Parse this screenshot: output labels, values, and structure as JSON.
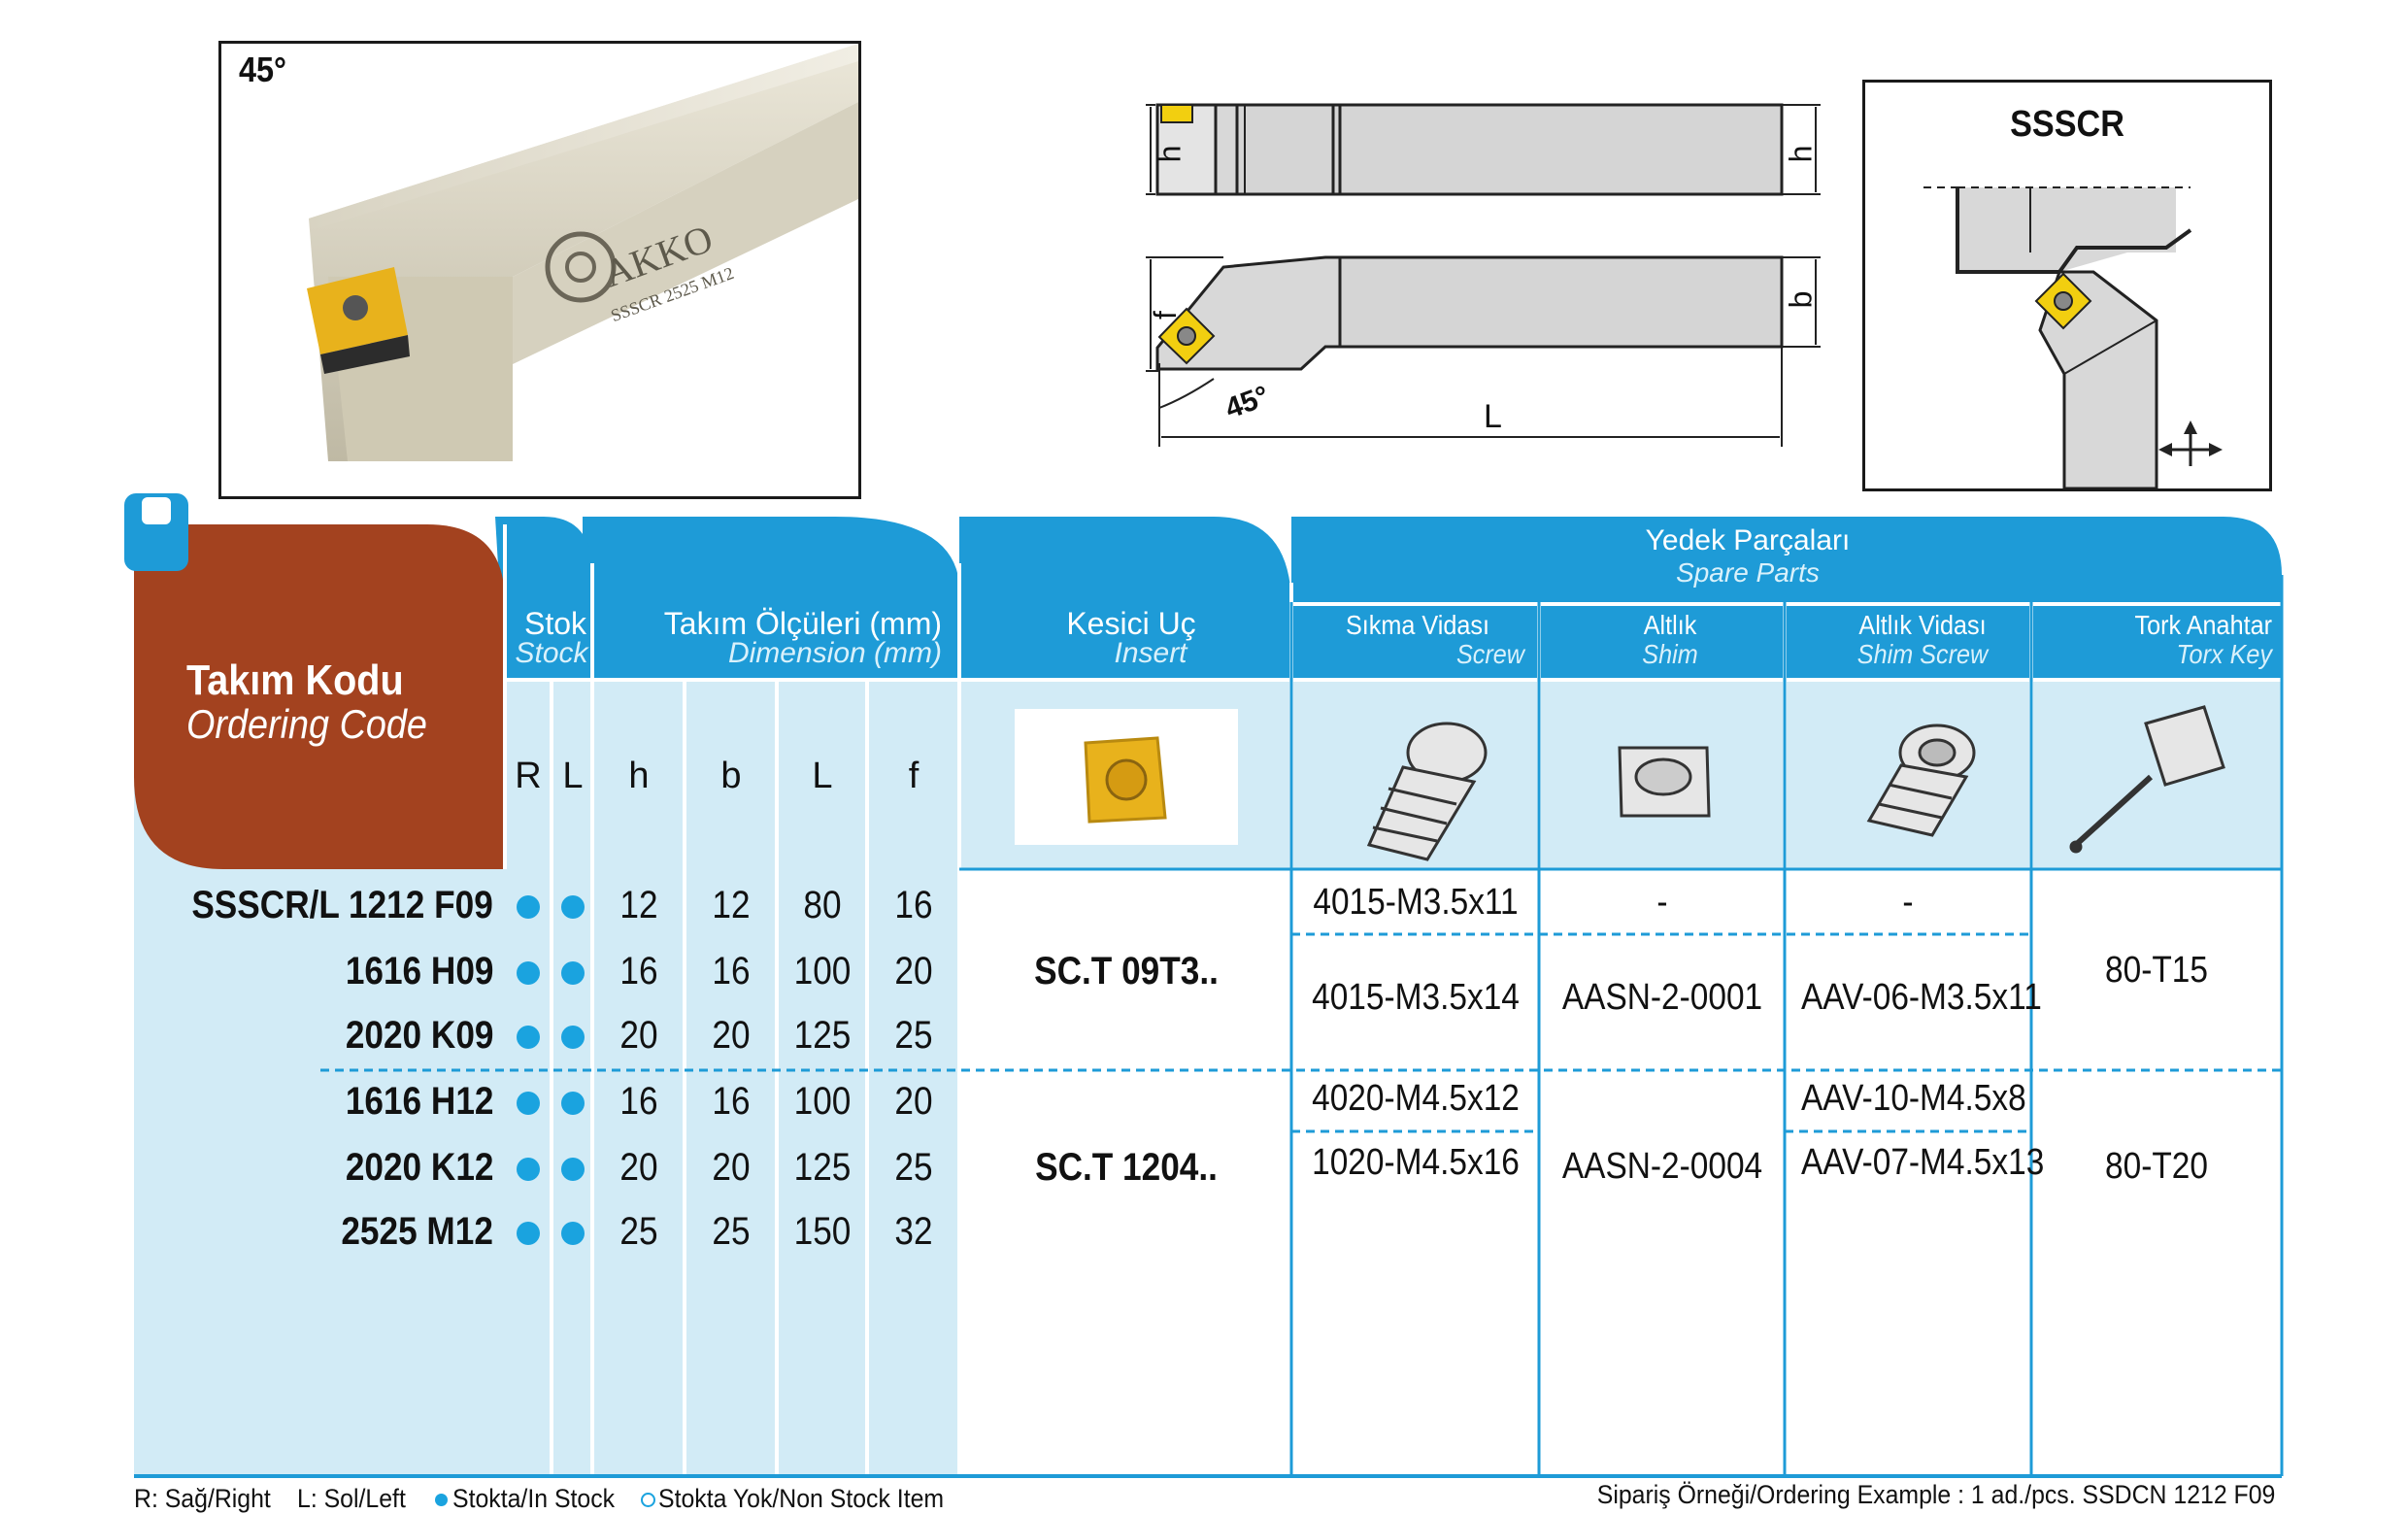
{
  "photo": {
    "angle_label": "45°",
    "brand": "AKKO",
    "engraving": "SSSCR 2525 M12"
  },
  "drawing": {
    "dim_h_left": "h",
    "dim_h_right": "h",
    "dim_f": "f",
    "dim_b": "b",
    "dim_L": "L",
    "angle": "45°"
  },
  "profile": {
    "title": "SSSCR"
  },
  "table": {
    "code_title": "Takım Kodu",
    "code_subtitle": "Ordering Code",
    "stock": {
      "tr": "Stok",
      "en": "Stock",
      "cols": [
        "R",
        "L"
      ]
    },
    "dims": {
      "tr": "Takım Ölçüleri (mm)",
      "en": "Dimension (mm)",
      "cols": [
        "h",
        "b",
        "L",
        "f"
      ]
    },
    "insert": {
      "tr": "Kesici Uç",
      "en": "Insert"
    },
    "spare": {
      "tr": "Yedek Parçaları",
      "en": "Spare Parts"
    },
    "screw": {
      "tr": "Sıkma Vidası",
      "en": "Screw"
    },
    "shim": {
      "tr": "Altlık",
      "en": "Shim"
    },
    "shim_screw": {
      "tr": "Altlık Vidası",
      "en": "Shim Screw"
    },
    "torx": {
      "tr": "Tork Anahtar",
      "en": "Torx Key"
    },
    "rows": [
      {
        "code": "SSSCR/L 1212 F09",
        "h": "12",
        "b": "12",
        "L": "80",
        "f": "16"
      },
      {
        "code": "1616 H09",
        "h": "16",
        "b": "16",
        "L": "100",
        "f": "20"
      },
      {
        "code": "2020 K09",
        "h": "20",
        "b": "20",
        "L": "125",
        "f": "25"
      },
      {
        "code": "1616 H12",
        "h": "16",
        "b": "16",
        "L": "100",
        "f": "20"
      },
      {
        "code": "2020 K12",
        "h": "20",
        "b": "20",
        "L": "125",
        "f": "25"
      },
      {
        "code": "2525 M12",
        "h": "25",
        "b": "25",
        "L": "150",
        "f": "32"
      }
    ],
    "group1": {
      "insert": "SC.T  09T3..",
      "screw_1": "4015-M3.5x11",
      "screw_2": "4015-M3.5x14",
      "shim_1": "-",
      "shim_2": "AASN-2-0001",
      "shim_screw_1": "-",
      "shim_screw_2": "AAV-06-M3.5x11",
      "torx": "80-T15"
    },
    "group2": {
      "insert": "SC.T 1204..",
      "screw_1": "4020-M4.5x12",
      "screw_2": "1020-M4.5x16",
      "shim": "AASN-2-0004",
      "shim_screw_1": "AAV-10-M4.5x8",
      "shim_screw_2": "AAV-07-M4.5x13",
      "torx": "80-T20"
    }
  },
  "footer": {
    "right": "R: Sağ/Right",
    "left": "L: Sol/Left",
    "in_stock": "Stokta/In Stock",
    "non_stock": "Stokta Yok/Non Stock Item",
    "example": "Sipariş Örneği/Ordering Example : 1 ad./pcs. SSDCN 1212 F09"
  },
  "colors": {
    "header_blue": "#1e9bd7",
    "light_blue": "#d2ebf6",
    "brown": "#a3421f",
    "dot": "#1aa3df",
    "insert_yellow": "#e8b21c"
  }
}
